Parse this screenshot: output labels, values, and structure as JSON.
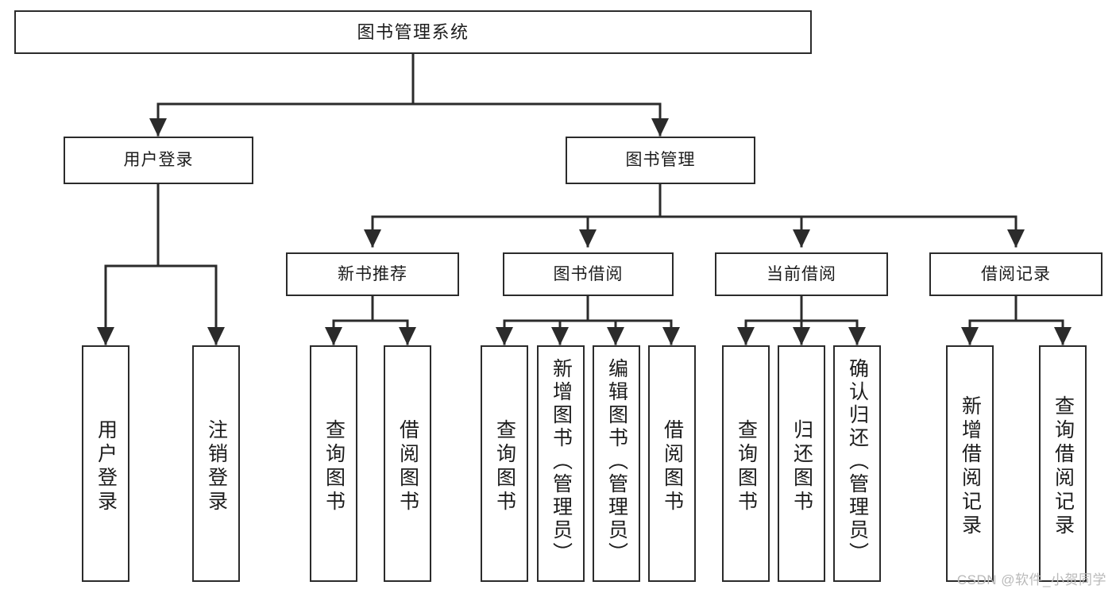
{
  "diagram": {
    "title": "图书管理系统",
    "type": "hierarchy-tree",
    "watermark": "CSDN @软件_小贺同学",
    "nodes": {
      "root": {
        "label": "图书管理系统",
        "level": 0
      },
      "user_login": {
        "label": "用户登录",
        "level": 1
      },
      "book_manage": {
        "label": "图书管理",
        "level": 1
      },
      "new_book_rec": {
        "label": "新书推荐",
        "level": 2
      },
      "book_borrow": {
        "label": "图书借阅",
        "level": 2
      },
      "current_borrow": {
        "label": "当前借阅",
        "level": 2
      },
      "borrow_record": {
        "label": "借阅记录",
        "level": 2
      },
      "leaf_user_login": {
        "label": "用户登录",
        "level": 3
      },
      "leaf_logout": {
        "label": "注销登录",
        "level": 3
      },
      "leaf_query_book_1": {
        "label": "查询图书",
        "level": 3
      },
      "leaf_borrow_book_1": {
        "label": "借阅图书",
        "level": 3
      },
      "leaf_query_book_2": {
        "label": "查询图书",
        "level": 3
      },
      "leaf_add_book": {
        "label": "新增图书（管理员）",
        "level": 3
      },
      "leaf_edit_book": {
        "label": "编辑图书（管理员）",
        "level": 3
      },
      "leaf_borrow_book_2": {
        "label": "借阅图书",
        "level": 3
      },
      "leaf_query_book_3": {
        "label": "查询图书",
        "level": 3
      },
      "leaf_return_book": {
        "label": "归还图书",
        "level": 3
      },
      "leaf_confirm_return": {
        "label": "确认归还（管理员）",
        "level": 3
      },
      "leaf_add_record": {
        "label": "新增借阅记录",
        "level": 3
      },
      "leaf_query_record": {
        "label": "查询借阅记录",
        "level": 3
      }
    },
    "edges": [
      {
        "from": "root",
        "to": "user_login"
      },
      {
        "from": "root",
        "to": "book_manage"
      },
      {
        "from": "user_login",
        "to": "leaf_user_login"
      },
      {
        "from": "user_login",
        "to": "leaf_logout"
      },
      {
        "from": "book_manage",
        "to": "new_book_rec"
      },
      {
        "from": "book_manage",
        "to": "book_borrow"
      },
      {
        "from": "book_manage",
        "to": "current_borrow"
      },
      {
        "from": "book_manage",
        "to": "borrow_record"
      },
      {
        "from": "new_book_rec",
        "to": "leaf_query_book_1"
      },
      {
        "from": "new_book_rec",
        "to": "leaf_borrow_book_1"
      },
      {
        "from": "book_borrow",
        "to": "leaf_query_book_2"
      },
      {
        "from": "book_borrow",
        "to": "leaf_add_book"
      },
      {
        "from": "book_borrow",
        "to": "leaf_edit_book"
      },
      {
        "from": "book_borrow",
        "to": "leaf_borrow_book_2"
      },
      {
        "from": "current_borrow",
        "to": "leaf_query_book_3"
      },
      {
        "from": "current_borrow",
        "to": "leaf_return_book"
      },
      {
        "from": "current_borrow",
        "to": "leaf_confirm_return"
      },
      {
        "from": "borrow_record",
        "to": "leaf_add_record"
      },
      {
        "from": "borrow_record",
        "to": "leaf_query_record"
      }
    ],
    "colors": {
      "background": "#ffffff",
      "node_fill": "#ffffff",
      "node_stroke": "#2b2b2b",
      "connector": "#2b2b2b",
      "text": "#1c1c1c",
      "watermark": "#b9b9b9"
    }
  }
}
